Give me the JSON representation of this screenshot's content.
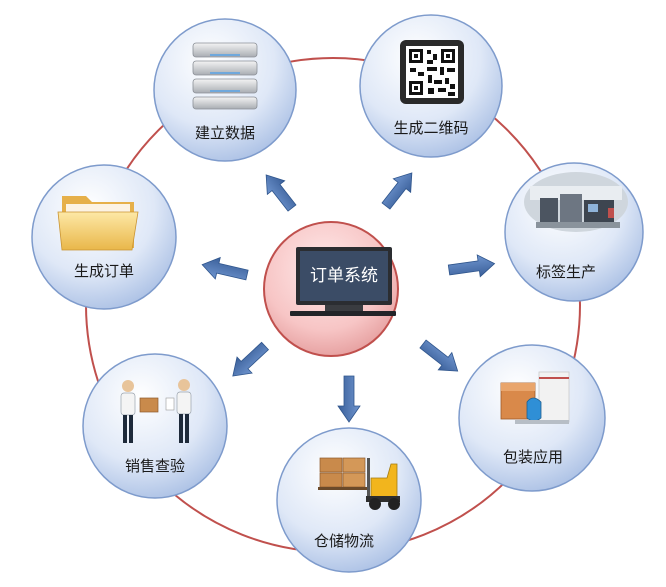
{
  "center": {
    "label": "订单系统"
  },
  "nodes": [
    {
      "id": "data",
      "label": "建立数据",
      "icon": "server-stack-icon"
    },
    {
      "id": "qr",
      "label": "生成二维码",
      "icon": "qr-code-icon"
    },
    {
      "id": "label",
      "label": "标签生产",
      "icon": "factory-photo-icon"
    },
    {
      "id": "pack",
      "label": "包装应用",
      "icon": "package-box-icon"
    },
    {
      "id": "ware",
      "label": "仓储物流",
      "icon": "forklift-icon"
    },
    {
      "id": "check",
      "label": "销售查验",
      "icon": "handover-people-icon"
    },
    {
      "id": "order",
      "label": "生成订单",
      "icon": "folder-icon"
    }
  ],
  "colors": {
    "ring": "#c0504d",
    "node_fill": "#dbe5f6",
    "node_stroke": "#7e9bcc",
    "center_fill": "#f6c7c7",
    "center_stroke": "#c0504d",
    "arrow": "#4a74b0"
  }
}
